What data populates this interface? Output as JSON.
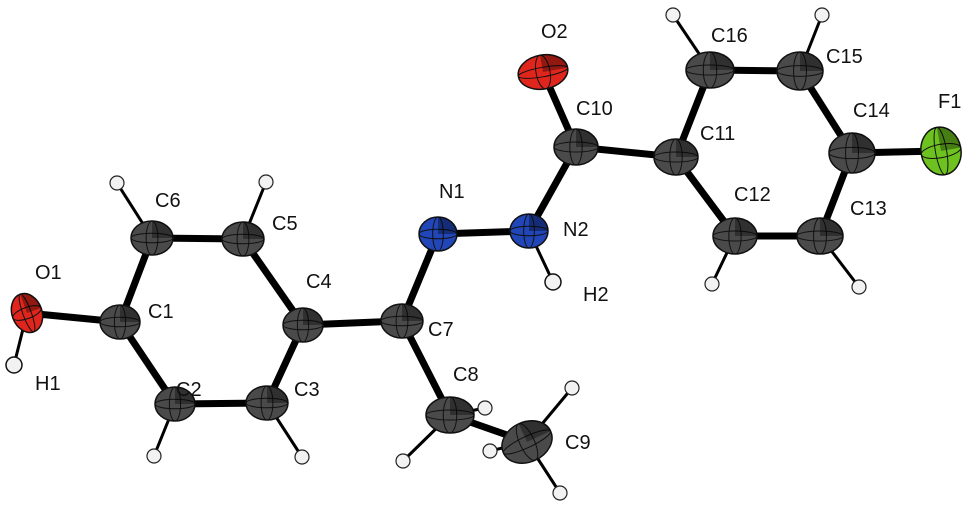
{
  "molecule": {
    "atoms": [
      {
        "id": "O1",
        "label": "O1",
        "element": "O",
        "color": "#e0261c"
      },
      {
        "id": "H1",
        "label": "H1",
        "element": "H",
        "color": "#f2f2f2"
      },
      {
        "id": "C1",
        "label": "C1",
        "element": "C",
        "color": "#4a4a4a"
      },
      {
        "id": "C2",
        "label": "C2",
        "element": "C",
        "color": "#4a4a4a"
      },
      {
        "id": "C3",
        "label": "C3",
        "element": "C",
        "color": "#4a4a4a"
      },
      {
        "id": "C4",
        "label": "C4",
        "element": "C",
        "color": "#4a4a4a"
      },
      {
        "id": "C5",
        "label": "C5",
        "element": "C",
        "color": "#4a4a4a"
      },
      {
        "id": "C6",
        "label": "C6",
        "element": "C",
        "color": "#4a4a4a"
      },
      {
        "id": "C7",
        "label": "C7",
        "element": "C",
        "color": "#4a4a4a"
      },
      {
        "id": "C8",
        "label": "C8",
        "element": "C",
        "color": "#4a4a4a"
      },
      {
        "id": "C9",
        "label": "C9",
        "element": "C",
        "color": "#4a4a4a"
      },
      {
        "id": "N1",
        "label": "N1",
        "element": "N",
        "color": "#2146b8"
      },
      {
        "id": "N2",
        "label": "N2",
        "element": "N",
        "color": "#2146b8"
      },
      {
        "id": "H2",
        "label": "H2",
        "element": "H",
        "color": "#f2f2f2"
      },
      {
        "id": "C10",
        "label": "C10",
        "element": "C",
        "color": "#4a4a4a"
      },
      {
        "id": "O2",
        "label": "O2",
        "element": "O",
        "color": "#e0261c"
      },
      {
        "id": "C11",
        "label": "C11",
        "element": "C",
        "color": "#4a4a4a"
      },
      {
        "id": "C12",
        "label": "C12",
        "element": "C",
        "color": "#4a4a4a"
      },
      {
        "id": "C13",
        "label": "C13",
        "element": "C",
        "color": "#4a4a4a"
      },
      {
        "id": "C14",
        "label": "C14",
        "element": "C",
        "color": "#4a4a4a"
      },
      {
        "id": "C15",
        "label": "C15",
        "element": "C",
        "color": "#4a4a4a"
      },
      {
        "id": "C16",
        "label": "C16",
        "element": "C",
        "color": "#4a4a4a"
      },
      {
        "id": "F1",
        "label": "F1",
        "element": "F",
        "color": "#6ec21f"
      }
    ],
    "bonds": [
      [
        "O1",
        "H1"
      ],
      [
        "O1",
        "C1"
      ],
      [
        "C1",
        "C6"
      ],
      [
        "C1",
        "C2"
      ],
      [
        "C2",
        "C3"
      ],
      [
        "C3",
        "C4"
      ],
      [
        "C4",
        "C5"
      ],
      [
        "C5",
        "C6"
      ],
      [
        "C4",
        "C7"
      ],
      [
        "C7",
        "N1"
      ],
      [
        "C7",
        "C8"
      ],
      [
        "C8",
        "C9"
      ],
      [
        "N1",
        "N2"
      ],
      [
        "N2",
        "H2"
      ],
      [
        "N2",
        "C10"
      ],
      [
        "C10",
        "O2"
      ],
      [
        "C10",
        "C11"
      ],
      [
        "C11",
        "C16"
      ],
      [
        "C11",
        "C12"
      ],
      [
        "C12",
        "C13"
      ],
      [
        "C13",
        "C14"
      ],
      [
        "C14",
        "C15"
      ],
      [
        "C15",
        "C16"
      ],
      [
        "C14",
        "F1"
      ]
    ]
  }
}
